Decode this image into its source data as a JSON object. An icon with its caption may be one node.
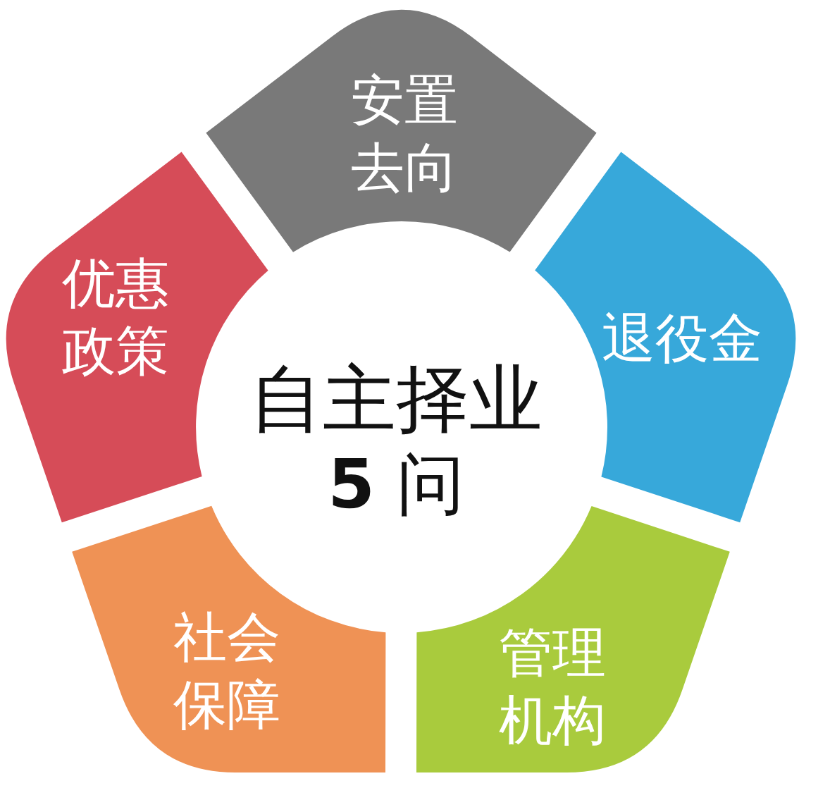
{
  "diagram": {
    "nodes": [
      {
        "text": [
          "安置去向"
        ]
      },
      {
        "text": [
          "优惠政策"
        ]
      },
      {
        "text": [
          "退役金"
        ]
      },
      {
        "text": [
          "自主择业",
          "**5** 问"
        ]
      },
      {
        "text": [
          "社会保障"
        ]
      },
      {
        "text": [
          "管理机构"
        ]
      }
    ]
  }
}
